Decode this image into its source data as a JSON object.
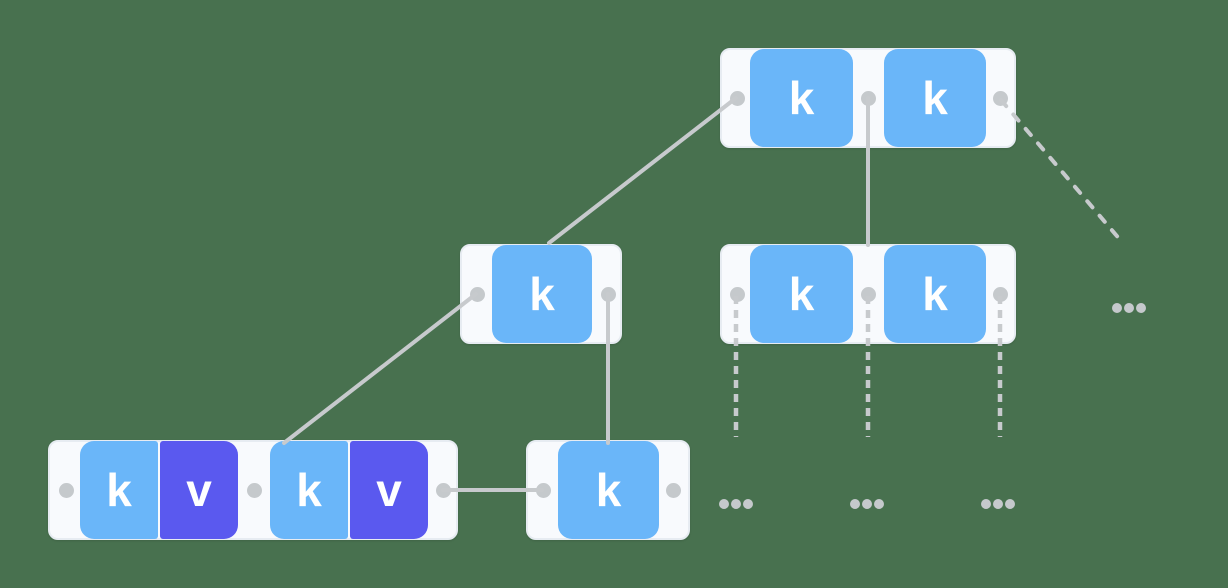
{
  "colors": {
    "background": "#48714F",
    "node_background": "#F8FAFD",
    "node_border": "#E7ECF2",
    "key_cell": "#6AB6F9",
    "value_cell": "#5A59EF",
    "cell_text": "#FFFFFF",
    "connector_gray": "#C5C9CC"
  },
  "labels": {
    "key": "k",
    "value": "v",
    "ellipsis_symbol": "..."
  },
  "nodes": {
    "root": {
      "cells": [
        "k",
        "k"
      ]
    },
    "internal_left": {
      "cells": [
        "k"
      ]
    },
    "internal_right": {
      "cells": [
        "k",
        "k"
      ]
    },
    "leaf_left": {
      "cells": [
        "k",
        "v",
        "k",
        "v"
      ]
    },
    "leaf_center": {
      "cells": [
        "k"
      ]
    }
  },
  "edges": {
    "solid_count": 5,
    "dashed_count": 4
  },
  "truncation_markers_count": 4
}
